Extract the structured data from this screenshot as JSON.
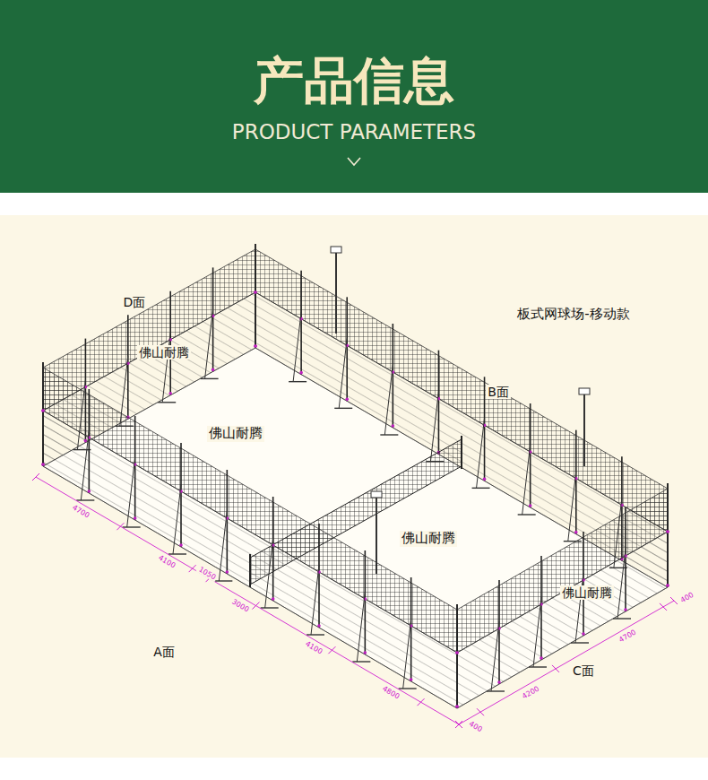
{
  "diagram": {
    "title": "产品信息",
    "labels": [
      "PRODUCT PARAMETERS",
      "板式网球场-移动款",
      "D面",
      "佛山耐腾",
      "佛山耐腾",
      "B面",
      "佛山耐腾",
      "佛山耐腾",
      "A面",
      "C面",
      "4700",
      "4100",
      "1050",
      "3000",
      "4100",
      "4800",
      "400",
      "4200",
      "4700",
      "400"
    ]
  }
}
